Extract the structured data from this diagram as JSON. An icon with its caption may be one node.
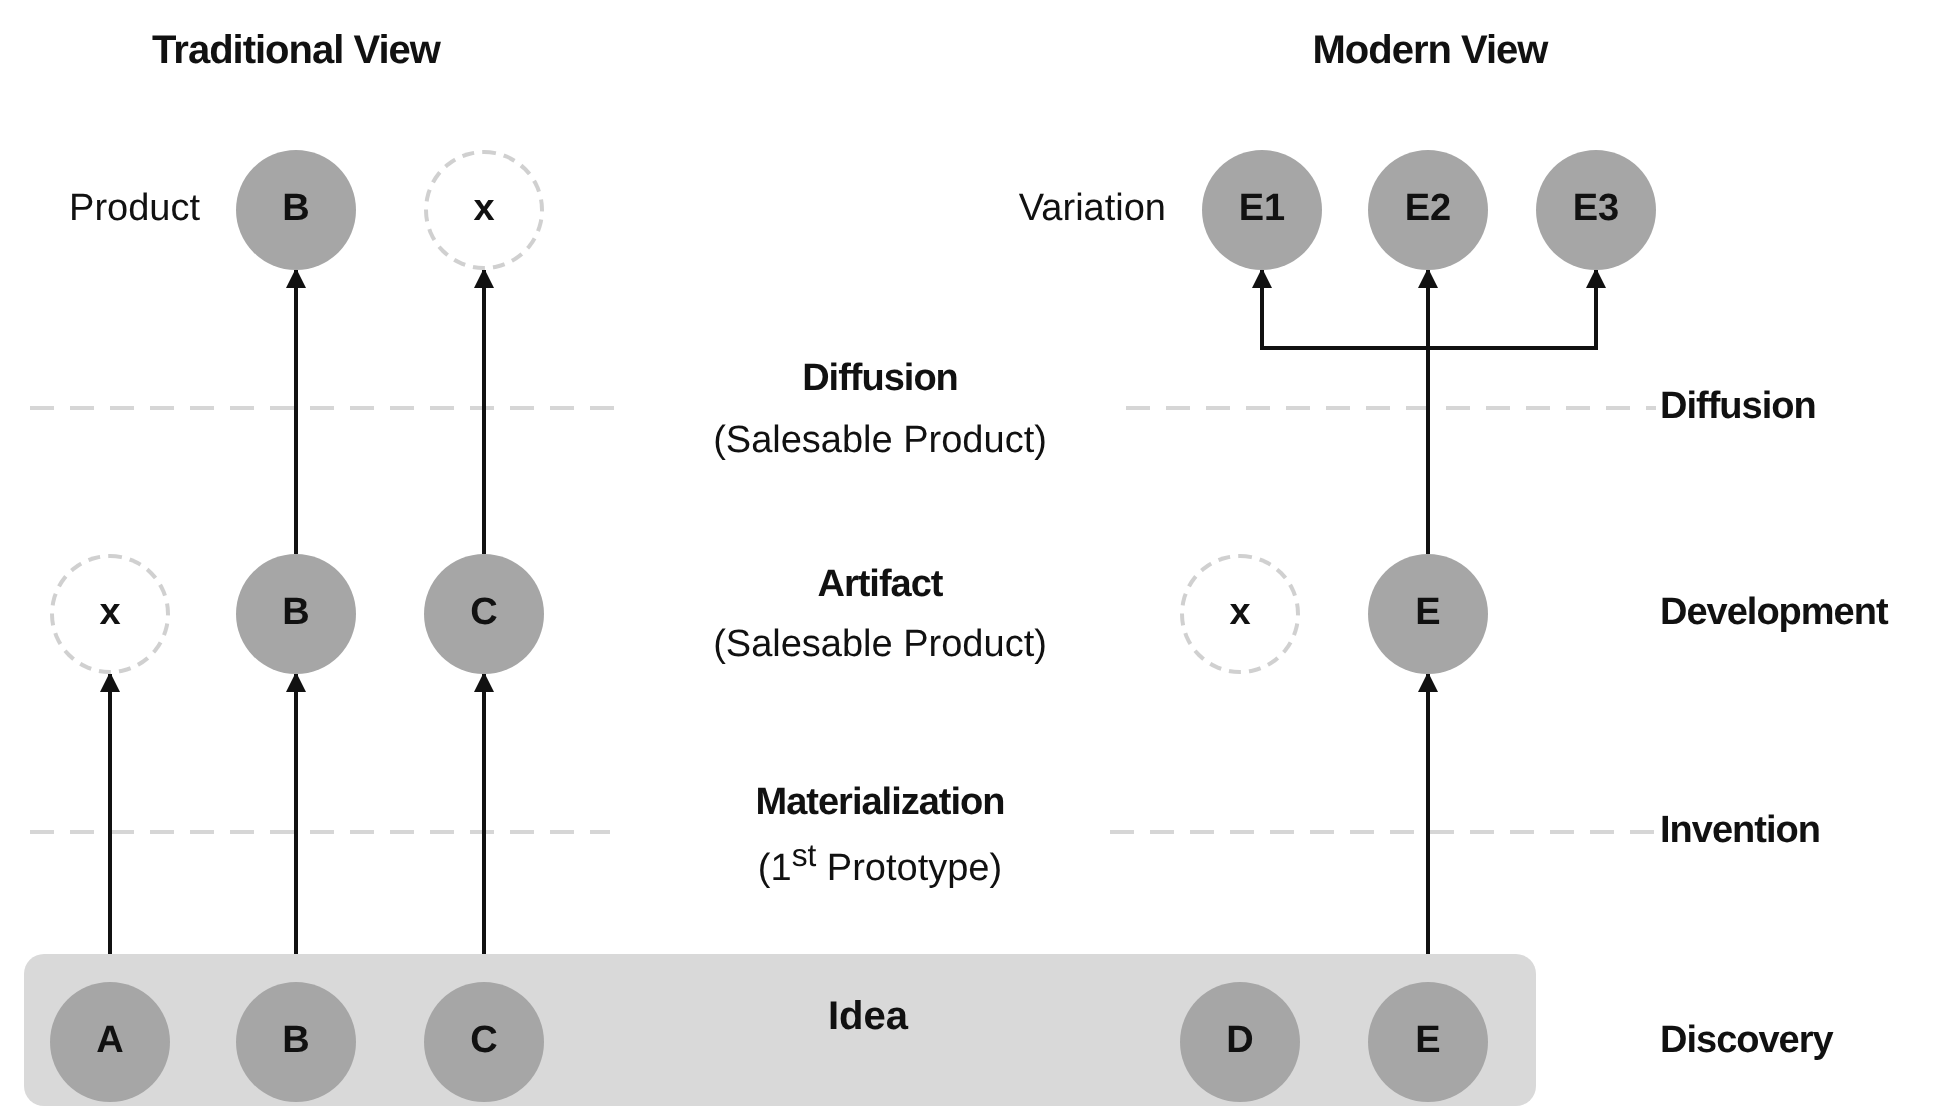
{
  "diagram": {
    "nodes": [
      {
        "text": [
          "Idea"
        ]
      },
      {
        "text": [
          "A"
        ],
        "in": 0
      },
      {
        "text": [
          "B"
        ],
        "in": 0
      },
      {
        "text": [
          "C"
        ],
        "in": 0
      },
      {
        "text": [
          "D"
        ],
        "in": 0
      },
      {
        "text": [
          "E"
        ],
        "in": 0
      },
      {
        "text": [
          "x"
        ]
      },
      {
        "text": [
          "B"
        ]
      },
      {
        "text": [
          "C"
        ]
      },
      {
        "text": [
          "x"
        ]
      },
      {
        "text": [
          "E"
        ]
      },
      {
        "text": [
          "B"
        ]
      },
      {
        "text": [
          "x"
        ]
      },
      {
        "text": [
          "E1"
        ]
      },
      {
        "text": [
          "E2"
        ]
      },
      {
        "text": [
          "E3"
        ]
      }
    ],
    "edges": [
      {
        "from": 1,
        "to": 6,
        "arrow": "to"
      },
      {
        "from": 2,
        "to": 7,
        "arrow": "to"
      },
      {
        "from": 3,
        "to": 8,
        "arrow": "to"
      },
      {
        "from": 5,
        "to": 10,
        "arrow": "to"
      },
      {
        "from": 7,
        "to": 11,
        "arrow": "to"
      },
      {
        "from": 8,
        "to": 12,
        "arrow": "to"
      },
      {
        "from": 10,
        "to": 13,
        "arrow": "to"
      },
      {
        "from": 10,
        "to": 14,
        "arrow": "to"
      },
      {
        "from": 10,
        "to": 15,
        "arrow": "to"
      }
    ],
    "labels": [
      "Traditional View",
      "Modern View",
      "Product",
      "Variation",
      "Diffusion",
      "(Salesable Product)",
      "Diffusion",
      "Artifact",
      "(Salesable Product)",
      "Development",
      "Materialization",
      "(1$^{st}$ Prototype)",
      "Invention",
      "Discovery"
    ]
  }
}
